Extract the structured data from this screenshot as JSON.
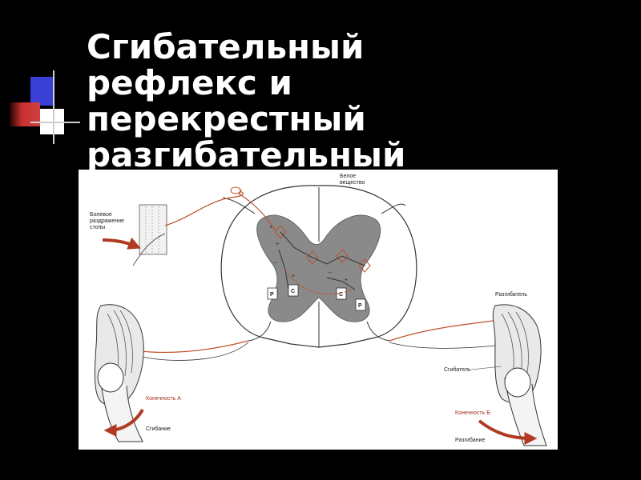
{
  "slide": {
    "title_lines": [
      "Сгибательный",
      "рефлекс и",
      "перекрестный",
      "разгибательный"
    ]
  },
  "diagram": {
    "labels": {
      "white_matter": [
        "Белое",
        "вещество"
      ],
      "stimulus": [
        "Болевое",
        "раздражение",
        "стопы"
      ],
      "extensor": "Разгибатель",
      "flexor": "Сгибатель",
      "limb_a": "Конечность А",
      "limb_b": "Конечность Б",
      "flexion": "Сгибание",
      "extension": "Разгибание"
    },
    "cell_marks": [
      "P",
      "C",
      "C",
      "P"
    ],
    "signs": [
      "+",
      "+",
      "+",
      "+",
      "–",
      "–"
    ]
  },
  "colors": {
    "background": "#000000",
    "title": "#ffffff",
    "grey_matter": "#8a8a8a",
    "nerve_pathway": "#c0502c",
    "arrow": "#b03a22"
  }
}
